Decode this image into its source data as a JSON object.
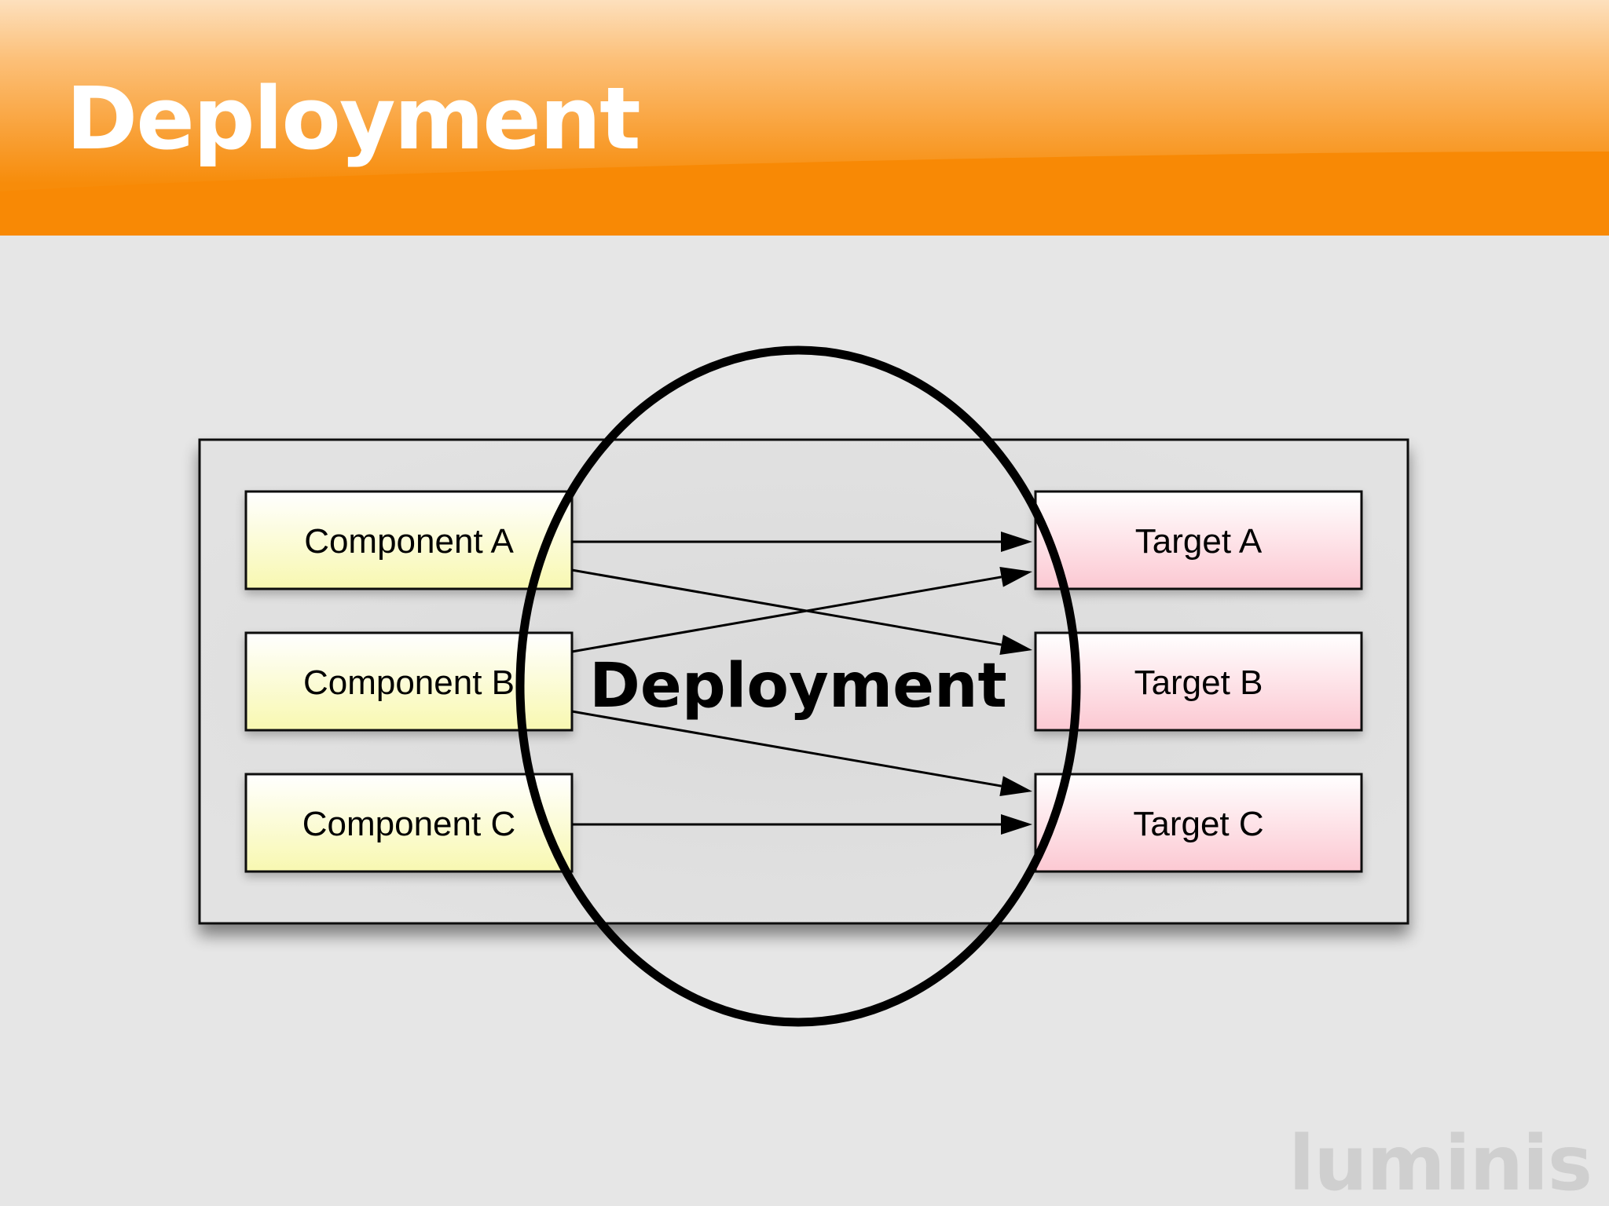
{
  "slide": {
    "title": "Deployment",
    "watermark": "luminis"
  },
  "diagram": {
    "center_label": "Deployment",
    "components": [
      {
        "label": "Component A"
      },
      {
        "label": "Component B"
      },
      {
        "label": "Component C"
      }
    ],
    "targets": [
      {
        "label": "Target A"
      },
      {
        "label": "Target B"
      },
      {
        "label": "Target C"
      }
    ],
    "mappings": [
      {
        "from": "Component A",
        "to": "Target A"
      },
      {
        "from": "Component A",
        "to": "Target B"
      },
      {
        "from": "Component B",
        "to": "Target A"
      },
      {
        "from": "Component B",
        "to": "Target C"
      },
      {
        "from": "Component C",
        "to": "Target C"
      }
    ]
  },
  "colors": {
    "header_orange": "#f88905",
    "component_fill": "#fbfbc2",
    "target_fill": "#fcd0d8",
    "container_fill": "#dcdcdc",
    "background": "#e6e6e6"
  }
}
